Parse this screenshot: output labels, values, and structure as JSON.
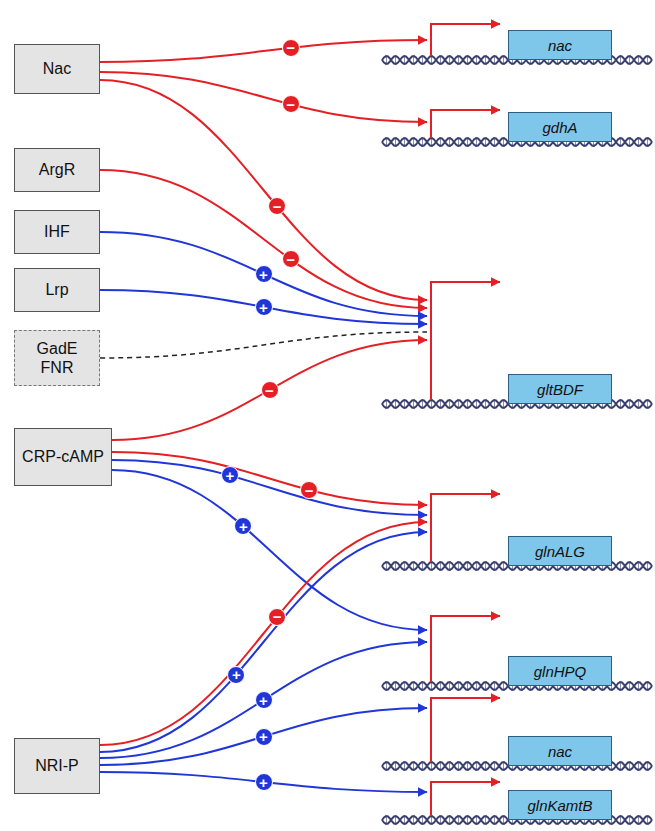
{
  "diagram": {
    "nodes": [
      {
        "text": [
          "Nac"
        ]
      },
      {
        "text": [
          "ArgR"
        ]
      },
      {
        "text": [
          "IHF"
        ]
      },
      {
        "text": [
          "Lrp"
        ]
      },
      {
        "text": [
          "GadE FNR"
        ]
      },
      {
        "text": [
          "CRP-cAMP"
        ]
      },
      {
        "text": [
          "NRI-P"
        ]
      },
      {
        "text": [
          "nac"
        ]
      },
      {
        "text": [
          "gdhA"
        ]
      },
      {
        "text": [
          "gltBDF"
        ]
      },
      {
        "text": [
          "glnALG"
        ]
      },
      {
        "text": [
          "glnHPQ"
        ]
      },
      {
        "text": [
          "nac"
        ]
      },
      {
        "text": [
          "glnKamtB"
        ]
      }
    ],
    "edges": [
      {
        "from": 0,
        "to": 7,
        "arrow": "to",
        "label": "−"
      },
      {
        "from": 0,
        "to": 8,
        "arrow": "to",
        "label": "−"
      },
      {
        "from": 0,
        "to": 9,
        "arrow": "to",
        "label": "−"
      },
      {
        "from": 1,
        "to": 9,
        "arrow": "to",
        "label": "−"
      },
      {
        "from": 2,
        "to": 9,
        "arrow": "to",
        "label": "+"
      },
      {
        "from": 3,
        "to": 9,
        "arrow": "to",
        "label": "+"
      },
      {
        "from": 4,
        "to": 9,
        "arrow": "none"
      },
      {
        "from": 5,
        "to": 9,
        "arrow": "to",
        "label": "−"
      },
      {
        "from": 5,
        "to": 10,
        "arrow": "to",
        "label": "−"
      },
      {
        "from": 5,
        "to": 10,
        "arrow": "to",
        "label": "+"
      },
      {
        "from": 5,
        "to": 11,
        "arrow": "to",
        "label": "+"
      },
      {
        "from": 6,
        "to": 10,
        "arrow": "to",
        "label": "−"
      },
      {
        "from": 6,
        "to": 10,
        "arrow": "to",
        "label": "+"
      },
      {
        "from": 6,
        "to": 11,
        "arrow": "to",
        "label": "+"
      },
      {
        "from": 6,
        "to": 12,
        "arrow": "to",
        "label": "+"
      },
      {
        "from": 6,
        "to": 13,
        "arrow": "to",
        "label": "+"
      }
    ]
  }
}
